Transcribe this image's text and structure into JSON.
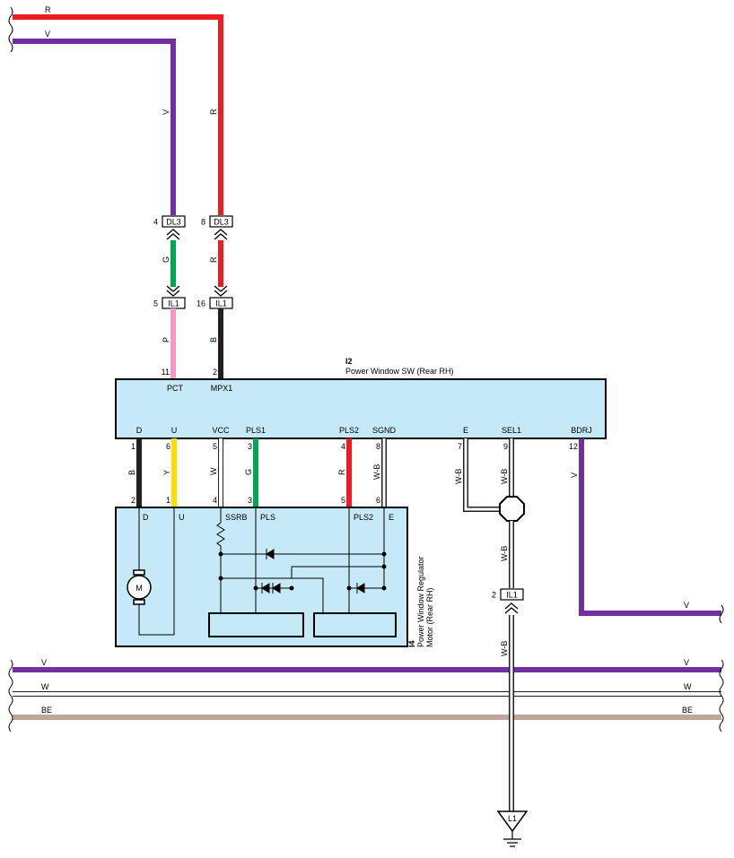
{
  "colors": {
    "red": "#ed1c24",
    "violet": "#7030a0",
    "green": "#00a651",
    "pink": "#f49ac2",
    "black": "#231f20",
    "yellow": "#ffdd00",
    "brown_beige": "#bca898",
    "white_wire_outline": "#231f20",
    "component_fill": "#c6e9f7"
  },
  "top_wires": {
    "r": "R",
    "v": "V"
  },
  "wire_labels": {
    "v_riser": "V",
    "r_riser": "R",
    "g_between": "G",
    "r_between": "R",
    "p_lower": "P",
    "b_lower": "B",
    "d_wire": "B",
    "u_wire": "Y",
    "vcc_wire": "W",
    "pls1_wire": "G",
    "pls2_wire": "R",
    "sgnd_wire": "W-B",
    "e_wire": "W-B",
    "sel1_wire": "W-B",
    "bdrj_wire": "V",
    "ground_mid": "W-B",
    "ground_low": "W-B",
    "bdrj_end": "V"
  },
  "connectors": {
    "dl3_left": {
      "pin": "4",
      "name": "DL3"
    },
    "dl3_right": {
      "pin": "8",
      "name": "DL3"
    },
    "il1_left": {
      "pin": "5",
      "name": "IL1"
    },
    "il1_right": {
      "pin": "16",
      "name": "IL1"
    },
    "il1_ground": {
      "pin": "2",
      "name": "IL1"
    }
  },
  "switch": {
    "code": "I2",
    "name": "Power Window SW (Rear RH)",
    "top_pins": [
      {
        "pin": "11",
        "term": "PCT"
      },
      {
        "pin": "2",
        "term": "MPX1"
      }
    ],
    "bottom_pins": [
      {
        "pin": "1",
        "term": "D"
      },
      {
        "pin": "6",
        "term": "U"
      },
      {
        "pin": "5",
        "term": "VCC"
      },
      {
        "pin": "3",
        "term": "PLS1"
      },
      {
        "pin": "4",
        "term": "PLS2"
      },
      {
        "pin": "8",
        "term": "SGND"
      },
      {
        "pin": "7",
        "term": "E"
      },
      {
        "pin": "9",
        "term": "SEL1"
      },
      {
        "pin": "12",
        "term": "BDRJ"
      }
    ]
  },
  "motor": {
    "code": "I4",
    "name_line1": "Power Window Regulator",
    "name_line2": "Motor (Rear RH)",
    "motor_symbol": "M",
    "pins": [
      {
        "pin": "2",
        "term": "D"
      },
      {
        "pin": "1",
        "term": "U"
      },
      {
        "pin": "4",
        "term": "SSRB"
      },
      {
        "pin": "3",
        "term": "PLS"
      },
      {
        "pin": "5",
        "term": "PLS2"
      },
      {
        "pin": "6",
        "term": "E"
      }
    ]
  },
  "buses": [
    {
      "left": "V",
      "right": "V"
    },
    {
      "left": "W",
      "right": "W"
    },
    {
      "left": "BE",
      "right": "BE"
    }
  ],
  "ground": {
    "name": "L1"
  }
}
